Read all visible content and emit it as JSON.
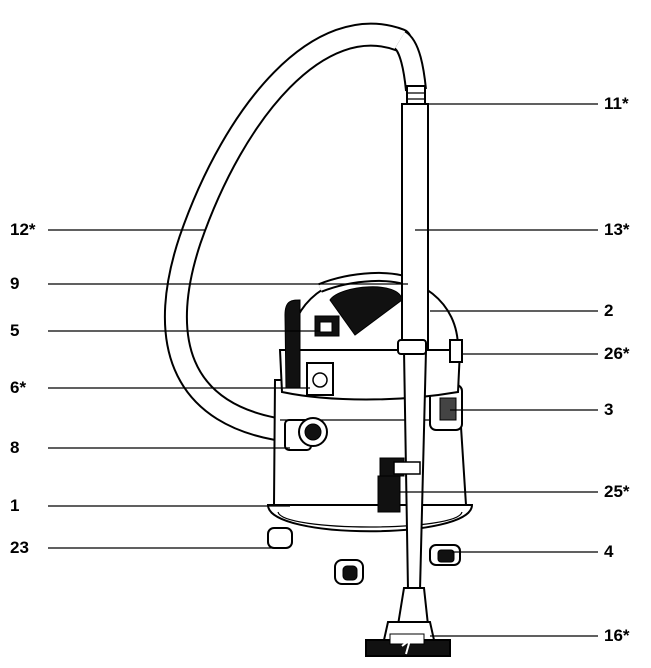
{
  "labels": {
    "l1": "1",
    "l2": "2",
    "l3": "3",
    "l4": "4",
    "l5": "5",
    "l6": "6*",
    "l8": "8",
    "l9": "9",
    "l11": "11*",
    "l12": "12*",
    "l13": "13*",
    "l16": "16*",
    "l23": "23",
    "l25": "25*",
    "l26": "26*"
  },
  "colors": {
    "outline": "#000000",
    "fill": "#ffffff",
    "dark": "#111111"
  }
}
